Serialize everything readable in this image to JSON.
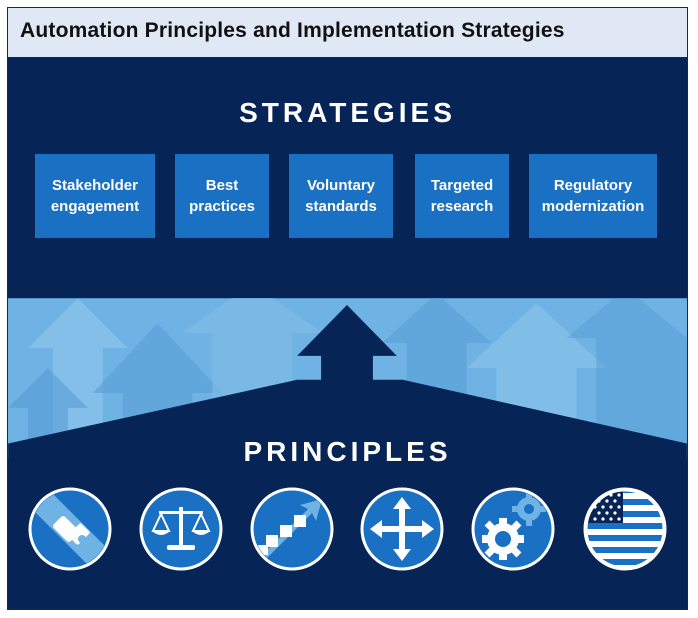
{
  "title": "Automation Principles and Implementation Strategies",
  "strategies_heading": "STRATEGIES",
  "principles_heading": "PRINCIPLES",
  "strategies": [
    {
      "label": "Stakeholder\nengagement"
    },
    {
      "label": "Best\npractices"
    },
    {
      "label": "Voluntary\nstandards"
    },
    {
      "label": "Targeted\nresearch"
    },
    {
      "label": "Regulatory\nmodernization"
    }
  ],
  "principle_icons": [
    {
      "icon": "seatbelt-icon"
    },
    {
      "icon": "balance-scale-icon"
    },
    {
      "icon": "growth-steps-arrow-icon"
    },
    {
      "icon": "four-way-arrows-icon"
    },
    {
      "icon": "gears-icon"
    },
    {
      "icon": "us-flag-icon"
    }
  ],
  "colors": {
    "navy": "#072457",
    "strategy_blue": "#1a70c2",
    "light_blue": "#6fb3e4",
    "title_bg": "#dfe8f4"
  }
}
